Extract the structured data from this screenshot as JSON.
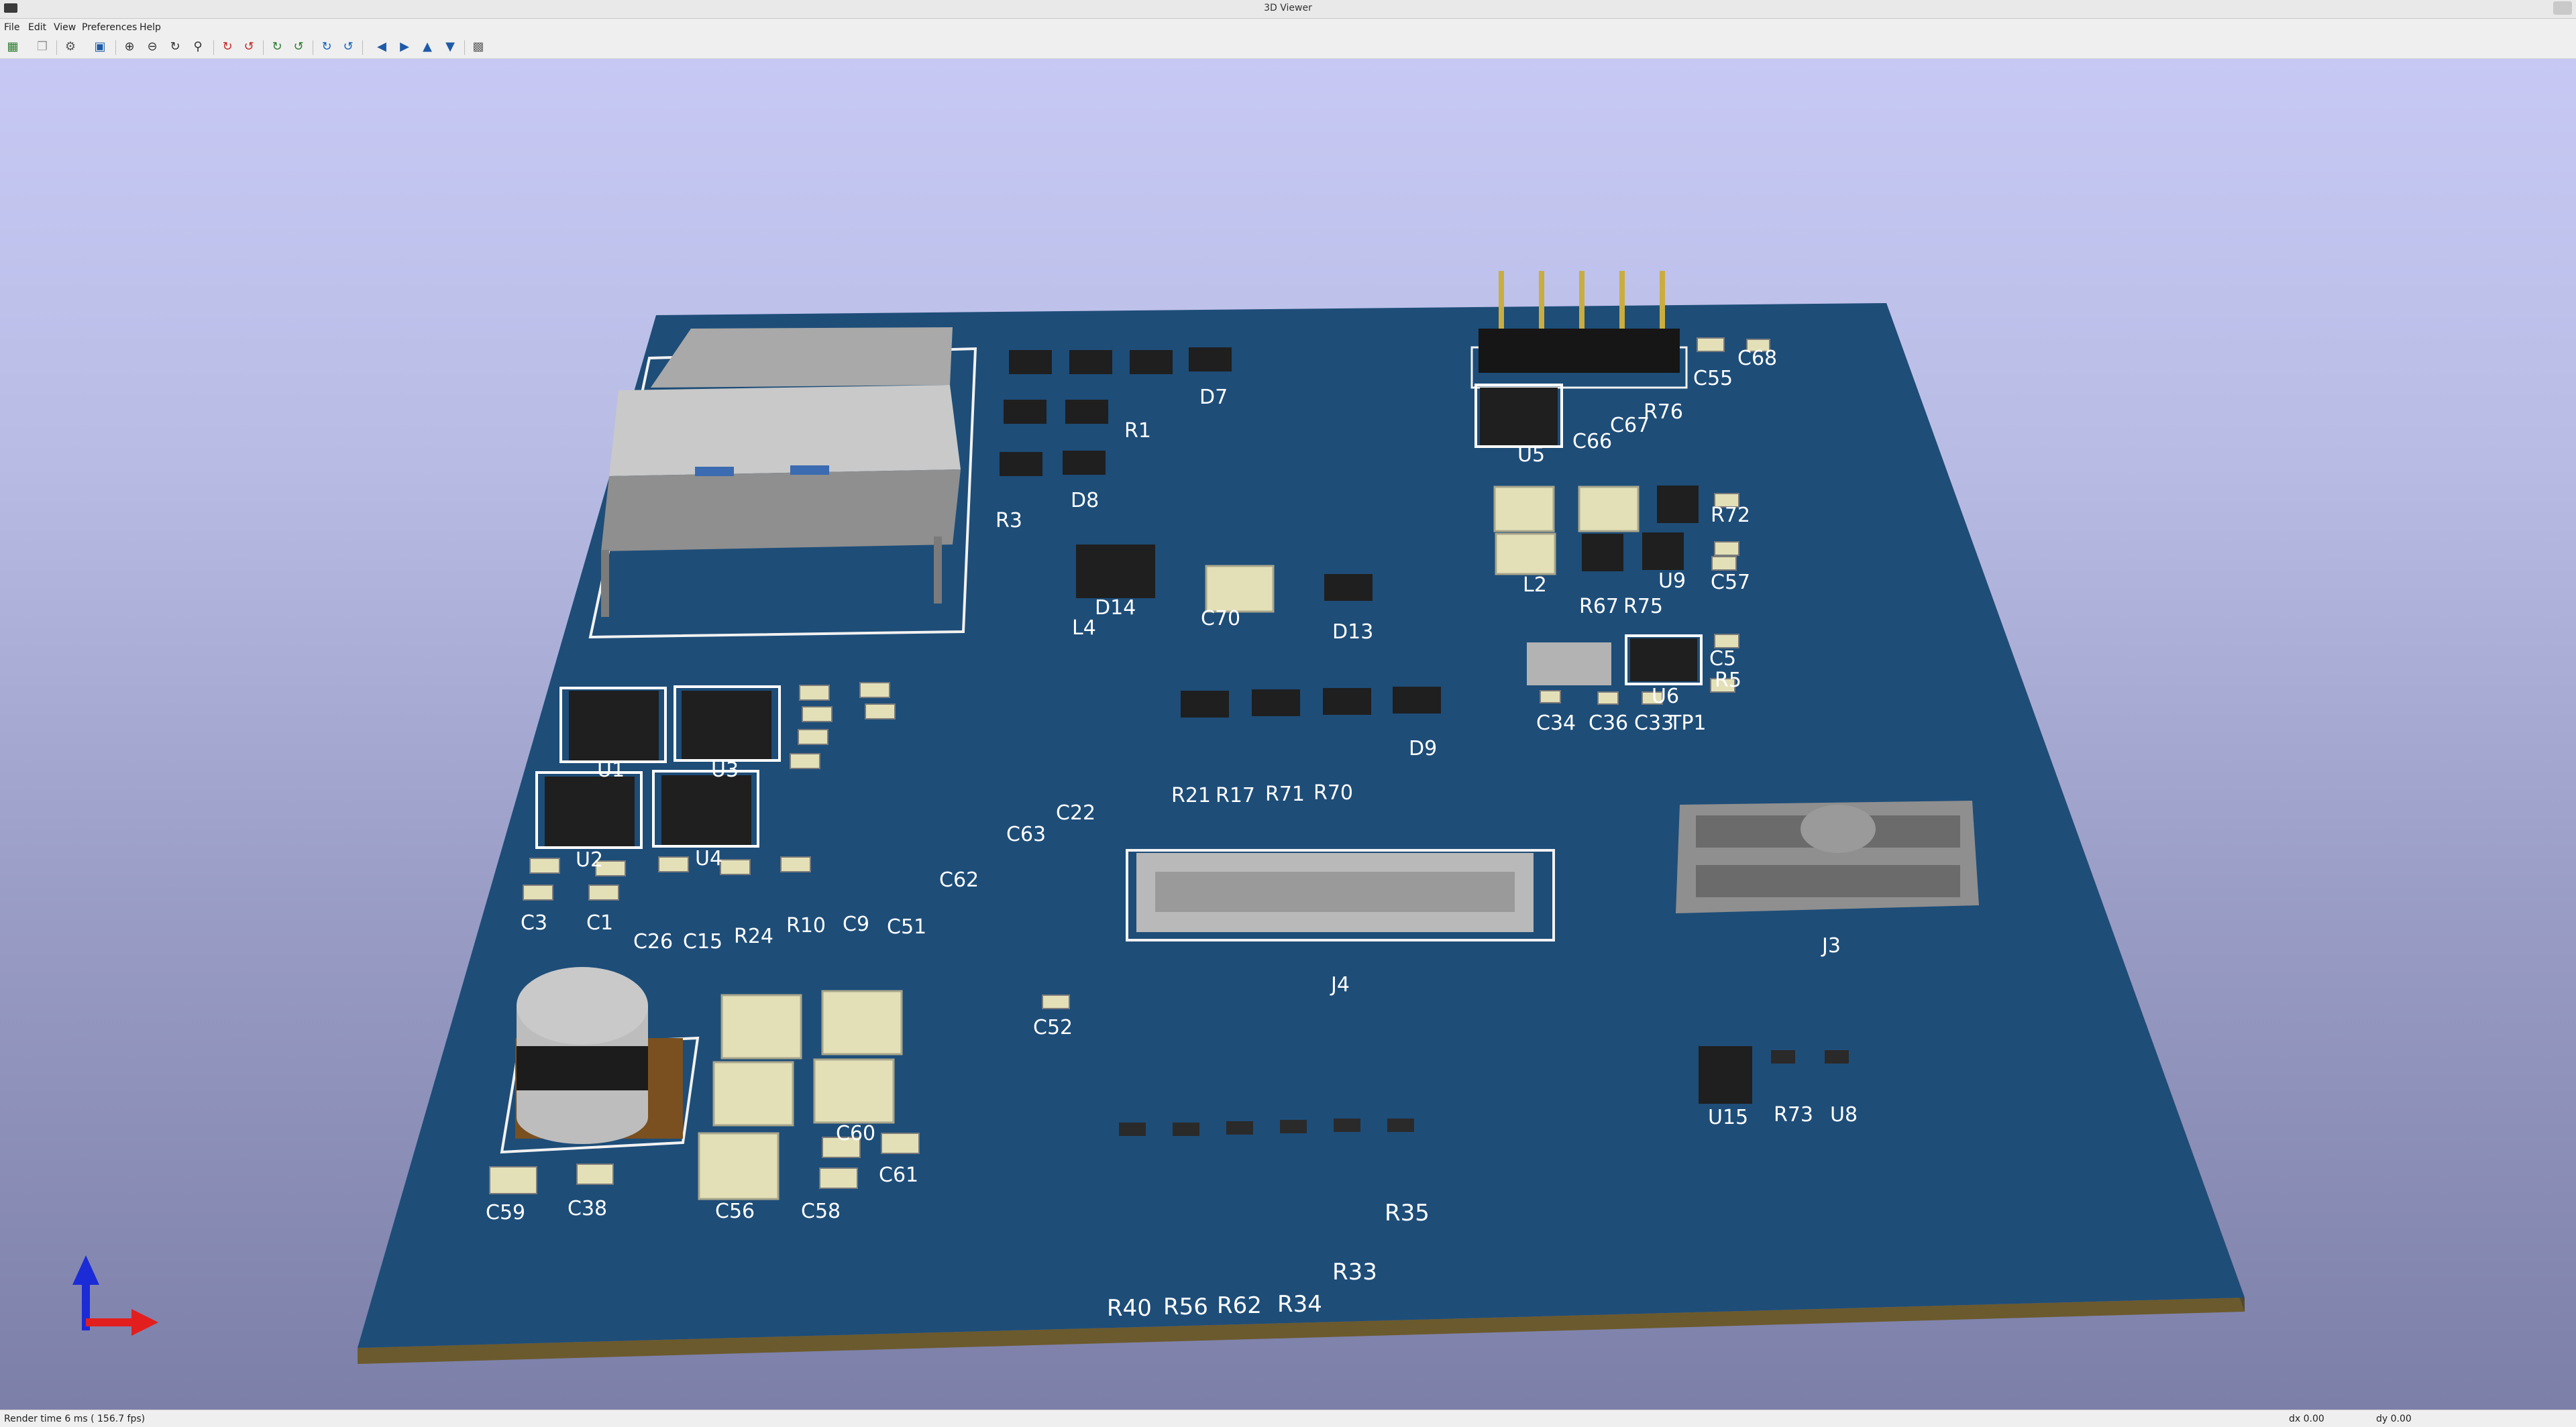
{
  "window": {
    "title": "3D Viewer"
  },
  "menu": {
    "file": "File",
    "edit": "Edit",
    "view": "View",
    "preferences": "Preferences",
    "help": "Help"
  },
  "status": {
    "render_time": "Render time 6 ms ( 156.7 fps)",
    "dx": "dx 0.00",
    "dy": "dy 0.00"
  },
  "colors": {
    "board": "#1e4d78",
    "silkscreen": "#ffffff",
    "background_top": "#c7c9f4",
    "background_bottom": "#7c7fa8",
    "ic_body": "#1f1f1f",
    "capacitor_body": "#e3e0b8"
  },
  "toolbar_icons": [
    "reload-board-icon",
    "copy-image-icon",
    "settings-icon",
    "render-mode-icon",
    "zoom-in-icon",
    "zoom-out-icon",
    "zoom-redraw-icon",
    "zoom-fit-icon",
    "rotate-x-cw-icon",
    "rotate-x-ccw-icon",
    "rotate-y-cw-icon",
    "rotate-y-ccw-icon",
    "rotate-z-cw-icon",
    "rotate-z-ccw-icon",
    "move-left-icon",
    "move-right-icon",
    "move-up-icon",
    "move-down-icon",
    "orthographic-icon"
  ],
  "labels": [
    "D7",
    "R1",
    "R3",
    "D8",
    "U5",
    "C55",
    "C68",
    "C66",
    "C67",
    "R76",
    "R72",
    "L2",
    "U9",
    "C57",
    "R67",
    "R75",
    "L4",
    "D14",
    "C70",
    "D13",
    "C5",
    "R5",
    "C34",
    "C36",
    "C33",
    "TP1",
    "U6",
    "D9",
    "R21",
    "R17",
    "R71",
    "R70",
    "C22",
    "C63",
    "C62",
    "J3",
    "J4",
    "C3",
    "C1",
    "U2",
    "U4",
    "U1",
    "U3",
    "C26",
    "C15",
    "R24",
    "R10",
    "C9",
    "C51",
    "C52",
    "U15",
    "R73",
    "U8",
    "C60",
    "C61",
    "C59",
    "C38",
    "C56",
    "C58",
    "R35",
    "R33",
    "R40",
    "R56",
    "R62",
    "R34"
  ]
}
